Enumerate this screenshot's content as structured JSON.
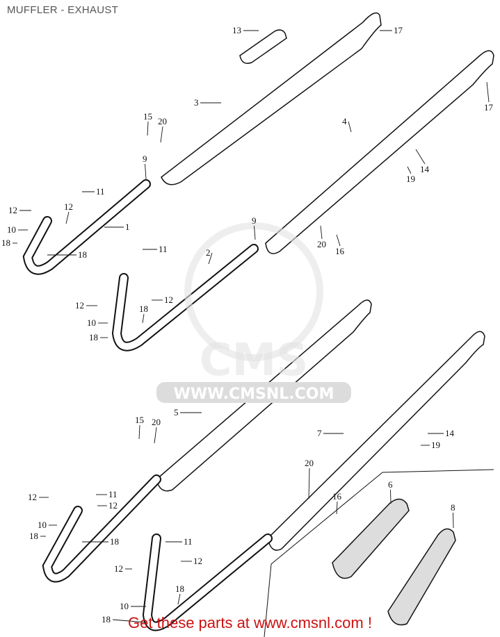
{
  "title": "MUFFLER - EXHAUST",
  "footer": "Get these parts at www.cmsnl.com !",
  "watermark": "WWW.CMSNL.COM",
  "colors": {
    "footer": "#cc1111",
    "line": "#111111",
    "watermark": "#dcdcdc"
  },
  "callouts": [
    "13",
    "17",
    "3",
    "15",
    "20",
    "9",
    "11",
    "12",
    "12",
    "10",
    "18",
    "18",
    "1",
    "11",
    "4",
    "17",
    "14",
    "19",
    "9",
    "20",
    "16",
    "2",
    "12",
    "12",
    "10",
    "18",
    "18",
    "5",
    "15",
    "20",
    "7",
    "14",
    "19",
    "20",
    "16",
    "12",
    "11",
    "12",
    "10",
    "18",
    "18",
    "11",
    "12",
    "12",
    "6",
    "8",
    "18",
    "10",
    "18"
  ]
}
